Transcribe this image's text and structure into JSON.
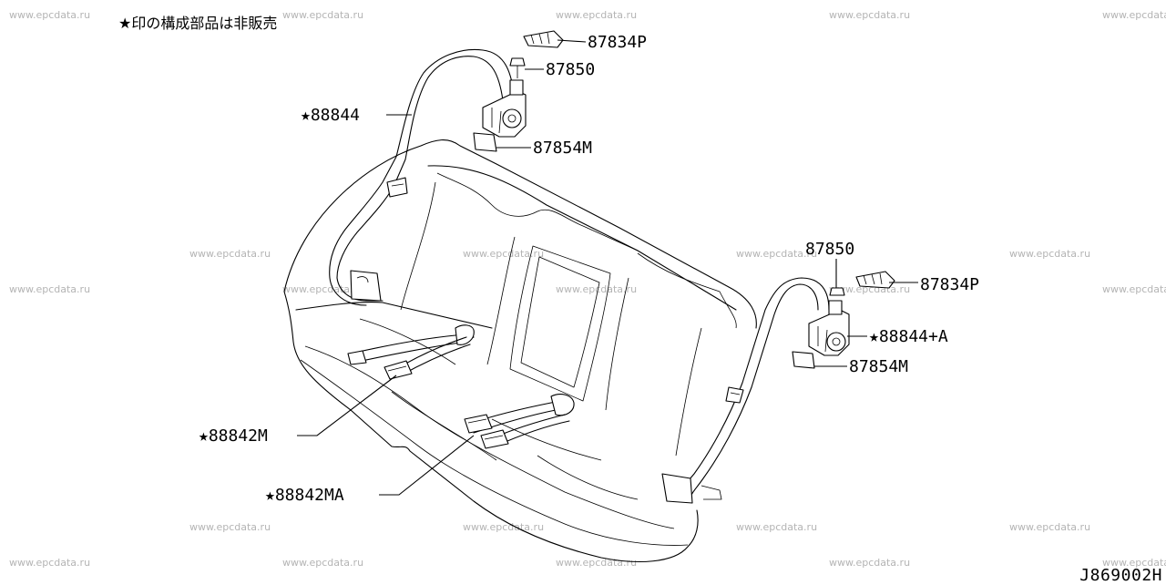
{
  "note": "★印の構成部品は非販売",
  "watermark": "www.epcdata.ru",
  "drawing_code": "J869002H",
  "labels": {
    "p87834p_left": "87834P",
    "p87850_left": "87850",
    "p88844": "★88844",
    "p87854m_left": "87854M",
    "p88842m": "★88842M",
    "p88842ma": "★88842MA",
    "p87850_right": "87850",
    "p87834p_right": "87834P",
    "p88844a": "★88844+A",
    "p87854m_right": "87854M"
  }
}
